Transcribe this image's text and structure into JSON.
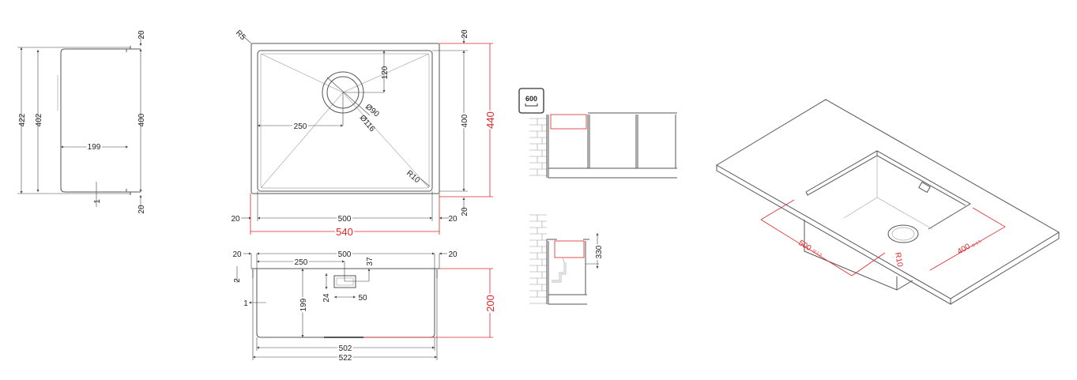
{
  "side_view": {
    "flange_top": "20",
    "flange_bottom": "20",
    "total_length": "422",
    "inner_length": "402",
    "bowl_length": "400",
    "depth": "199",
    "wall": "1"
  },
  "top_view": {
    "corner_radius": "R5",
    "inner_radius": "R10",
    "drain_offset_y": "120",
    "drain_offset_x": "250",
    "drain_inner": "Ø90",
    "drain_outer": "Ø116",
    "bowl_length": "400",
    "overall_length": "440",
    "flange_left": "20",
    "flange_right": "20",
    "bowl_width": "500",
    "overall_width": "540",
    "flange_top": "20",
    "flange_bottom": "20"
  },
  "front_view": {
    "flange_left": "20",
    "flange_right": "20",
    "bowl_width": "500",
    "overflow_offset": "250",
    "overflow_top": "37",
    "flange_thickness": "2",
    "wall": "1",
    "depth": "199",
    "overflow_height": "24",
    "overflow_width": "50",
    "overall_depth": "200",
    "bottom_width": "502",
    "outer_width": "522"
  },
  "installation": {
    "cabinet_size": "600",
    "drain_height": "330"
  },
  "isometric": {
    "cutout_width": "500",
    "cutout_width_tol": "0/-1.5",
    "cutout_length": "400",
    "cutout_length_tol": "0/-1.5",
    "corner_radius": "R10"
  },
  "colors": {
    "line": "#555555",
    "accent": "#e0262b"
  }
}
